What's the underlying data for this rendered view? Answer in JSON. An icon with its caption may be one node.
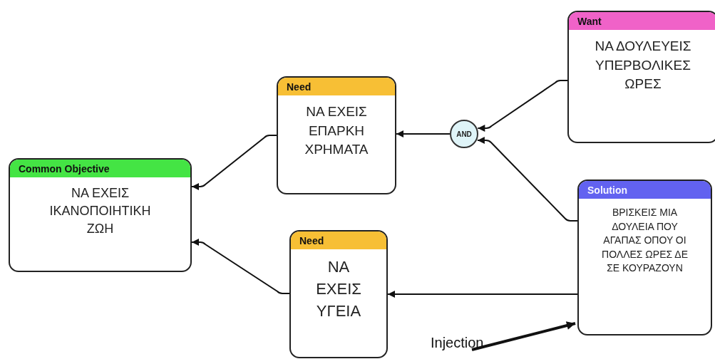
{
  "diagram": {
    "nodes": [
      {
        "text": [
          "Common Objective",
          "ΝΑ ΕΧΕΙΣ ΙΚΑΝΟΠΟΙΗΤΙΚΗ ΖΩΗ"
        ]
      },
      {
        "text": [
          "Need",
          "ΝΑ ΕΧΕΙΣ ΕΠΑΡΚΗ ΧΡΗΜΑΤΑ"
        ]
      },
      {
        "text": [
          "Need",
          "ΝΑ ΕΧΕΙΣ ΥΓΕΙΑ"
        ]
      },
      {
        "text": [
          "AND"
        ]
      },
      {
        "text": [
          "Want",
          "ΝΑ ΔΟΥΛΕΥΕΙΣ ΥΠΕΡΒΟΛΙΚΕΣ ΩΡΕΣ"
        ]
      },
      {
        "text": [
          "Solution",
          "ΒΡΙΣΚΕΙΣ ΜΙΑ ΔΟΥΛΕΙΑ ΠΟΥ ΑΓΑΠΑΣ ΟΠΟΥ ΟΙ ΠΟΛΛΕΣ ΩΡΕΣ ΔΕ ΣΕ ΚΟΥΡΑΖΟΥΝ"
        ]
      },
      {
        "text": [
          "Injection"
        ]
      }
    ],
    "edges": [
      {
        "from": 1,
        "to": 0,
        "arrow": "to"
      },
      {
        "from": 2,
        "to": 0,
        "arrow": "to"
      },
      {
        "from": 3,
        "to": 1,
        "arrow": "to"
      },
      {
        "from": 4,
        "to": 3,
        "arrow": "to"
      },
      {
        "from": 5,
        "to": 3,
        "arrow": "to"
      },
      {
        "from": 5,
        "to": 2,
        "arrow": "to"
      },
      {
        "from": 6,
        "to": 5,
        "arrow": "to",
        "style": "thick"
      }
    ]
  }
}
